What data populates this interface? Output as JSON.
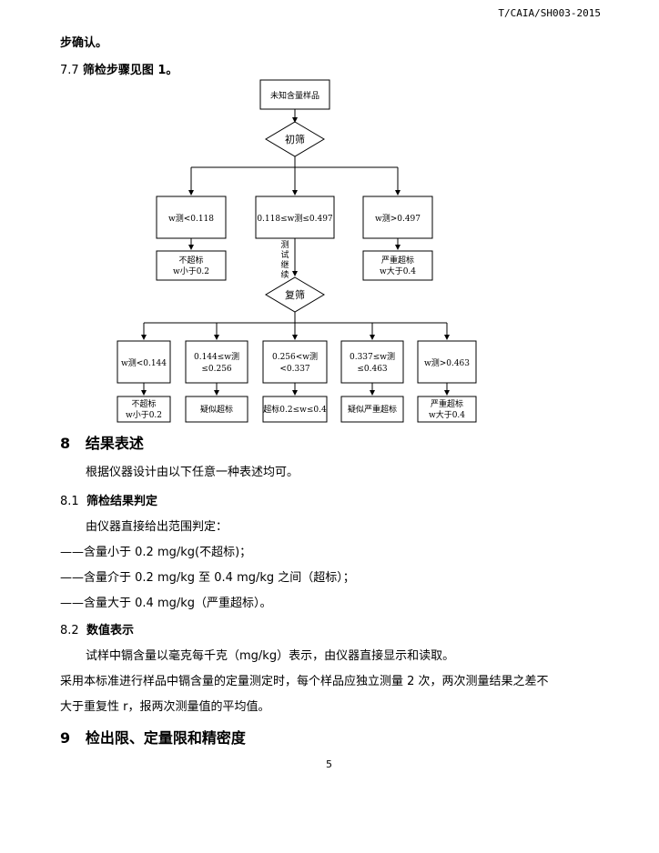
{
  "header": {
    "code": "T/CAIA/SH003-2015"
  },
  "intro": {
    "continuation": "步确认。",
    "step_num": "7.7",
    "step_text": "筛检步骤见图 1。"
  },
  "flowchart": {
    "start": "未知含量样品",
    "initial": "初筛",
    "retest": "复筛",
    "retest_note": [
      "测",
      "试",
      "继",
      "续"
    ],
    "first": [
      {
        "cond": "w测<0.118",
        "result": [
          "不超标",
          "w小于0.2"
        ]
      },
      {
        "cond": "0.118≤w测≤0.497",
        "result": null
      },
      {
        "cond": "w测>0.497",
        "result": [
          "严重超标",
          "w大于0.4"
        ]
      }
    ],
    "second": [
      {
        "cond": [
          "w测<0.144"
        ],
        "result": [
          "不超标",
          "w小于0.2"
        ]
      },
      {
        "cond": [
          "0.144≤w测",
          "≤0.256"
        ],
        "result": [
          "疑似超标"
        ]
      },
      {
        "cond": [
          "0.256<w测",
          "<0.337"
        ],
        "result": [
          "超标0.2≤w≤0.4"
        ]
      },
      {
        "cond": [
          "0.337≤w测",
          "≤0.463"
        ],
        "result": [
          "疑似严重超标"
        ]
      },
      {
        "cond": [
          "w测>0.463"
        ],
        "result": [
          "严重超标",
          "w大于0.4"
        ]
      }
    ]
  },
  "section8": {
    "num": "8",
    "title": "结果表述",
    "intro": "根据仪器设计由以下任意一种表述均可。",
    "s81": {
      "num": "8.1",
      "title": "筛检结果判定"
    },
    "s81_text": "由仪器直接给出范围判定：",
    "items": [
      "——含量小于 0.2 mg/kg(不超标)；",
      "——含量介于 0.2 mg/kg 至 0.4  mg/kg 之间（超标）；",
      "——含量大于 0.4 mg/kg（严重超标）。"
    ],
    "s82": {
      "num": "8.2",
      "title": "数值表示"
    },
    "s82_text1": "试样中镉含量以毫克每千克（mg/kg）表示，由仪器直接显示和读取。",
    "s82_text2": "采用本标准进行样品中镉含量的定量测定时，每个样品应独立测量 2 次，两次测量结果之差不",
    "s82_text3": "大于重复性 r，报两次测量值的平均值。"
  },
  "section9": {
    "num": "9",
    "title": "检出限、定量限和精密度"
  },
  "page_number": "5"
}
